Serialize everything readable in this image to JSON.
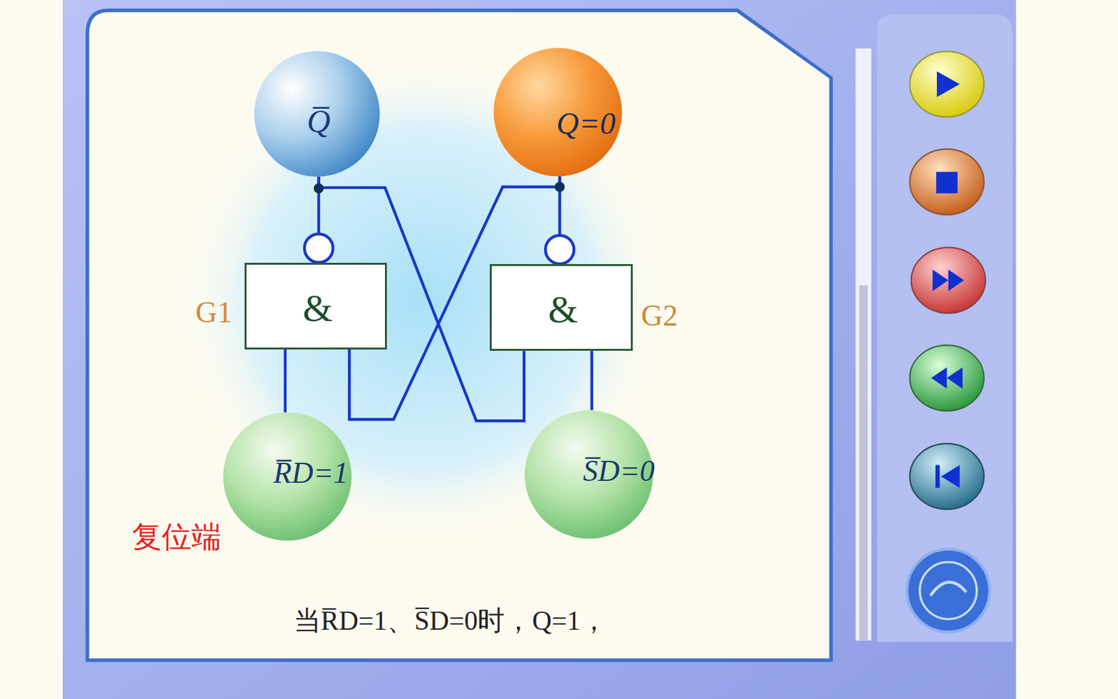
{
  "diagram": {
    "caption": "当R̅D=1、S̅D=0时，Q=1，",
    "nodes": [
      {
        "text": [
          "Q̅"
        ]
      },
      {
        "text": [
          "Q=0"
        ]
      },
      {
        "text": [
          "&"
        ]
      },
      {
        "text": [
          "&"
        ]
      },
      {
        "text": [
          "R̅D=1"
        ]
      },
      {
        "text": [
          "S̅D=0"
        ]
      }
    ],
    "edges": [
      {
        "from": 2,
        "to": 0,
        "arrow": "none"
      },
      {
        "from": 3,
        "to": 1,
        "arrow": "none"
      },
      {
        "from": 4,
        "to": 2,
        "arrow": "none"
      },
      {
        "from": 5,
        "to": 3,
        "arrow": "none"
      },
      {
        "from": 0,
        "to": 3,
        "arrow": "none"
      },
      {
        "from": 1,
        "to": 2,
        "arrow": "none"
      }
    ],
    "labels": [
      "G1",
      "G2",
      "复位端"
    ]
  }
}
